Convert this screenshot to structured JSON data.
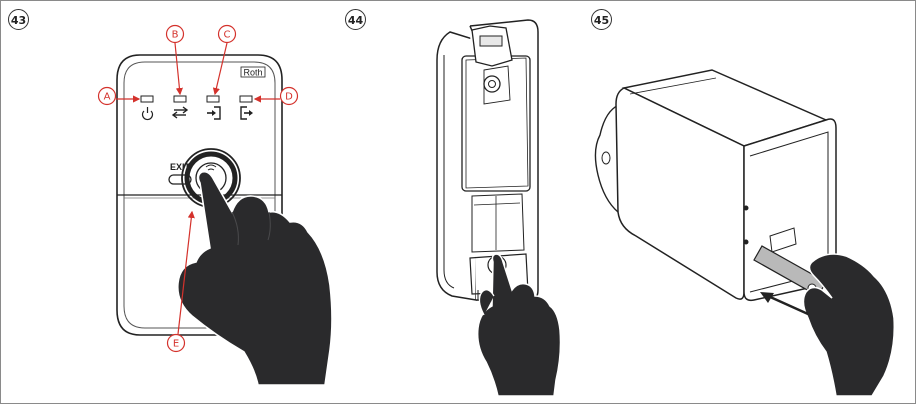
{
  "steps": [
    {
      "number": "43"
    },
    {
      "number": "44"
    },
    {
      "number": "45"
    }
  ],
  "device": {
    "logo": "Roth",
    "exit_label": "EXIT"
  },
  "callouts": [
    {
      "letter": "A"
    },
    {
      "letter": "B"
    },
    {
      "letter": "C"
    },
    {
      "letter": "D"
    },
    {
      "letter": "E"
    }
  ],
  "colors": {
    "callout": "#d4322c",
    "outline": "#222222",
    "hand": "#2a2a2c",
    "frame": "#8a8a8a"
  }
}
